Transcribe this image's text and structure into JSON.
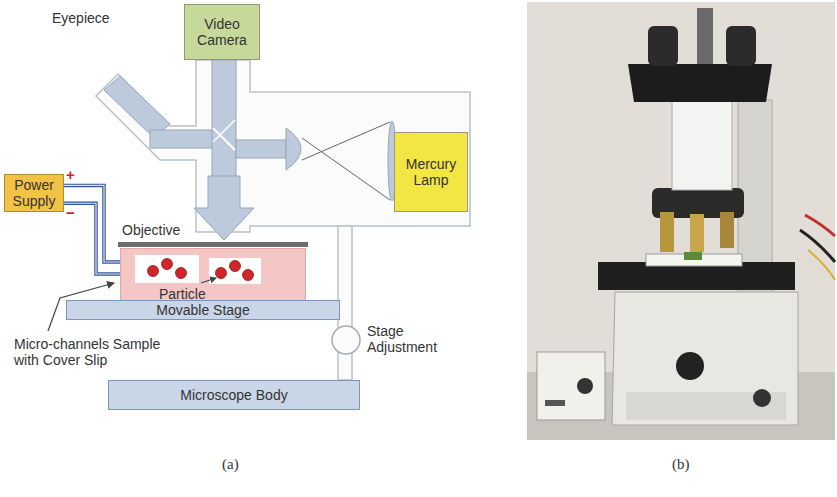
{
  "diagram": {
    "nodes": [
      {
        "text": [
          "Video Camera"
        ]
      },
      {
        "text": [
          "Power Supply"
        ]
      },
      {
        "text": [
          "Mercury Lamp"
        ]
      },
      {
        "text": [
          "Particle"
        ]
      },
      {
        "text": [
          "Movable Stage"
        ]
      },
      {
        "text": [
          "Stage Adjustment"
        ]
      },
      {
        "text": [
          "Microscope Body"
        ]
      }
    ],
    "edges": [
      {
        "from": 1,
        "to": 3,
        "arrow": "none"
      },
      {
        "from": 1,
        "to": 3,
        "arrow": "none"
      }
    ],
    "labels": [
      "Eyepiece",
      "Objective",
      "Micro-channels Sample with Cover Slip",
      "+",
      "−",
      "(a)",
      "(b)"
    ]
  }
}
